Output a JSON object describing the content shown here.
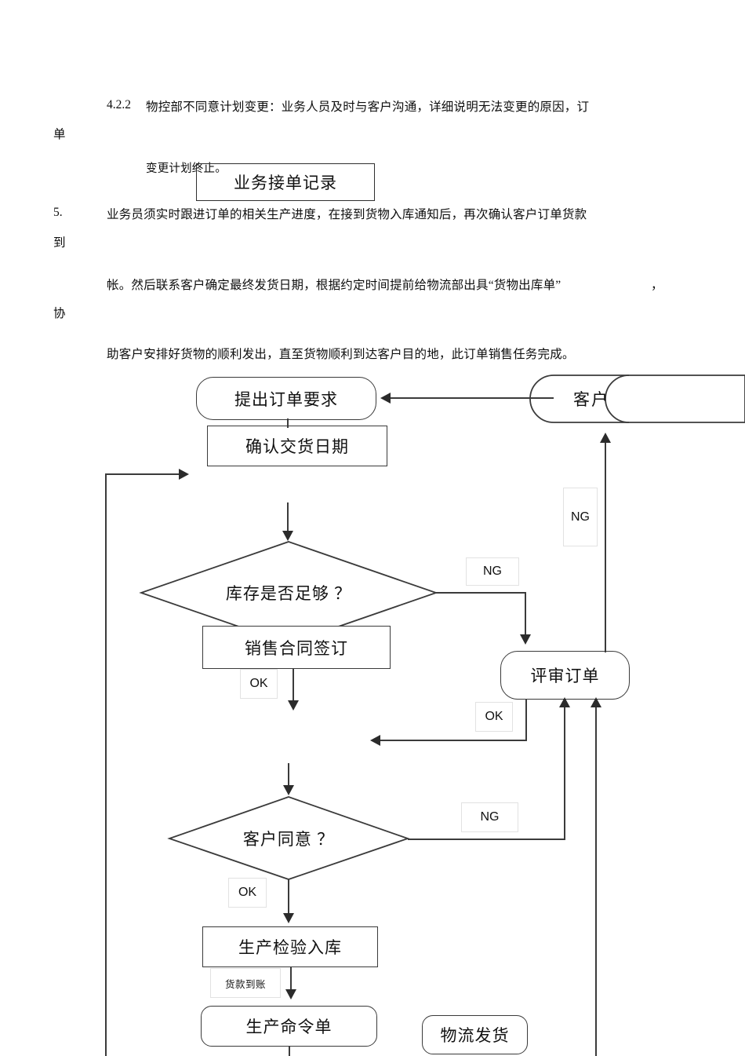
{
  "document": {
    "paragraphs": [
      {
        "number": "4.2.2",
        "line1": "物控部不同意计划变更：业务人员及时与客户沟通，详细说明无法变更的原因，订",
        "line2": "单",
        "line3": "变更计划终止。"
      },
      {
        "number": "5.",
        "line1": "业务员须实时跟进订单的相关生产进度，在接到货物入库通知后，再次确认客户订单货款",
        "line2": "到",
        "line3": "帐。然后联系客户确定最终发货日期，根据约定时间提前给物流部出具“货物出库单”",
        "line3_tail": "，",
        "line4": "协",
        "line5": "助客户安排好货物的顺利发出，直至货物顺利到达客户目的地，此订单销售任务完成。"
      }
    ],
    "record_box_label": "业务接单记录"
  },
  "flowchart": {
    "nodes": {
      "submit_order": "提出订单要求",
      "confirm_delivery_date": "确认交货日期",
      "customer": "客户",
      "stock_enough": "库存是否足够  ？",
      "sales_contract": "销售合同签订",
      "review_order": "评审订单",
      "customer_agree": "客户同意  ？",
      "production_inspection": "生产检验入库",
      "production_order": "生产命令单",
      "logistics_shipment": "物流发货"
    },
    "edge_labels": {
      "ng_stock": "NG",
      "ng_right_upper": "NG",
      "ng_customer_agree": "NG",
      "ok_contract": "OK",
      "ok_review": "OK",
      "ok_customer_agree": "OK",
      "payment_received": "货款到账"
    },
    "colors": {
      "stroke": "#3b3b3b",
      "arrow": "#2b2b2b",
      "text": "#111111",
      "tag_border": "#e2e2e2"
    }
  }
}
